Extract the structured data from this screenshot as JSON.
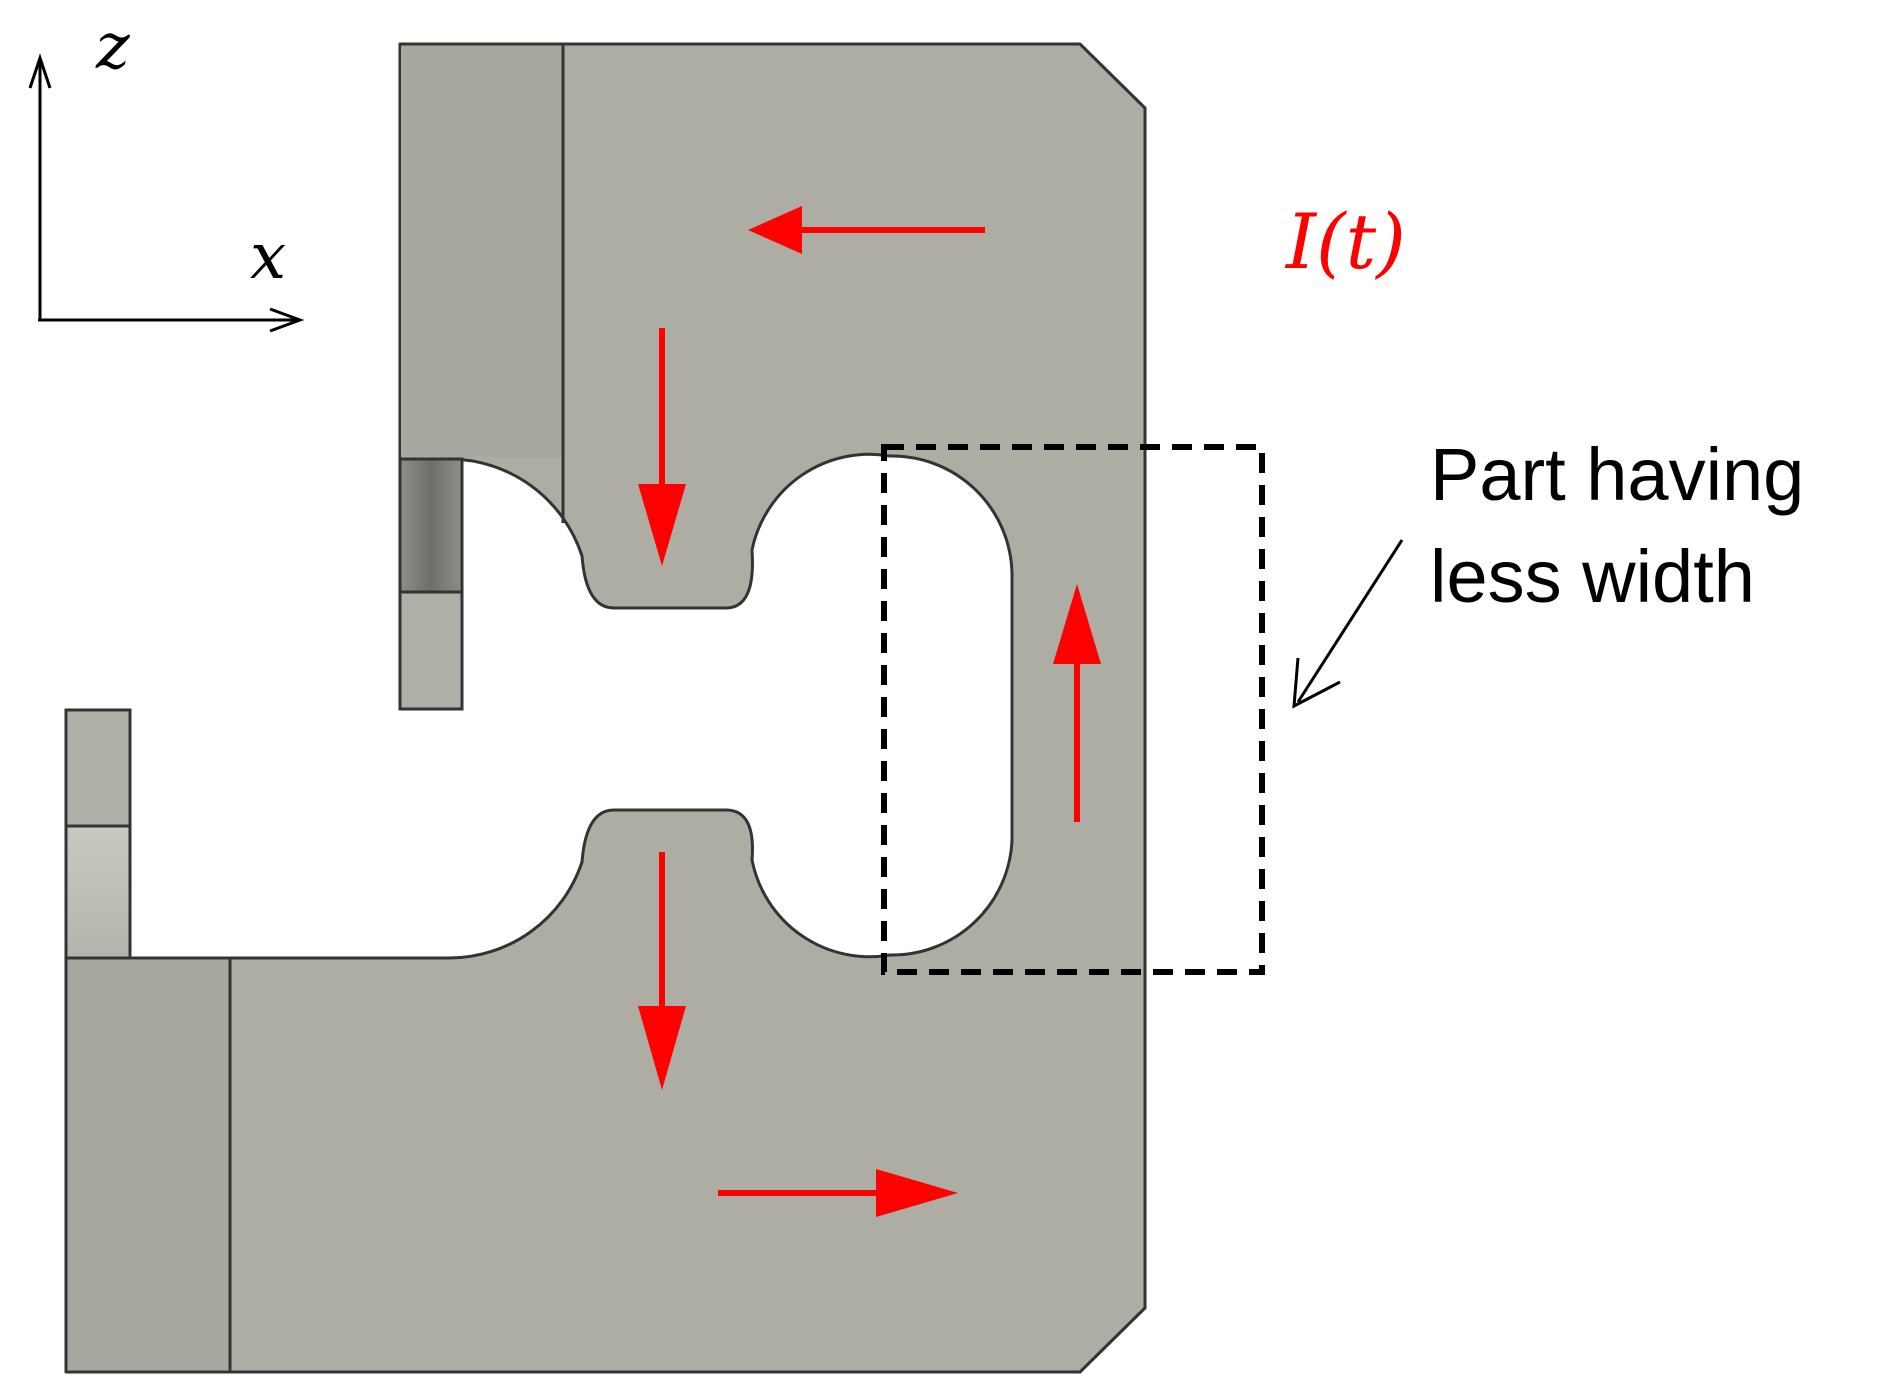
{
  "axes": {
    "vertical_label": "z",
    "horizontal_label": "x"
  },
  "current": {
    "label": "I(t)",
    "color": "#ff0000"
  },
  "annotation": {
    "line1": "Part having",
    "line2": "less width"
  },
  "colors": {
    "part_fill": "#aeada4",
    "part_fill_dark": "#a19f97",
    "part_stroke": "#333333",
    "arrow": "#ff0000",
    "box": "#000000"
  }
}
